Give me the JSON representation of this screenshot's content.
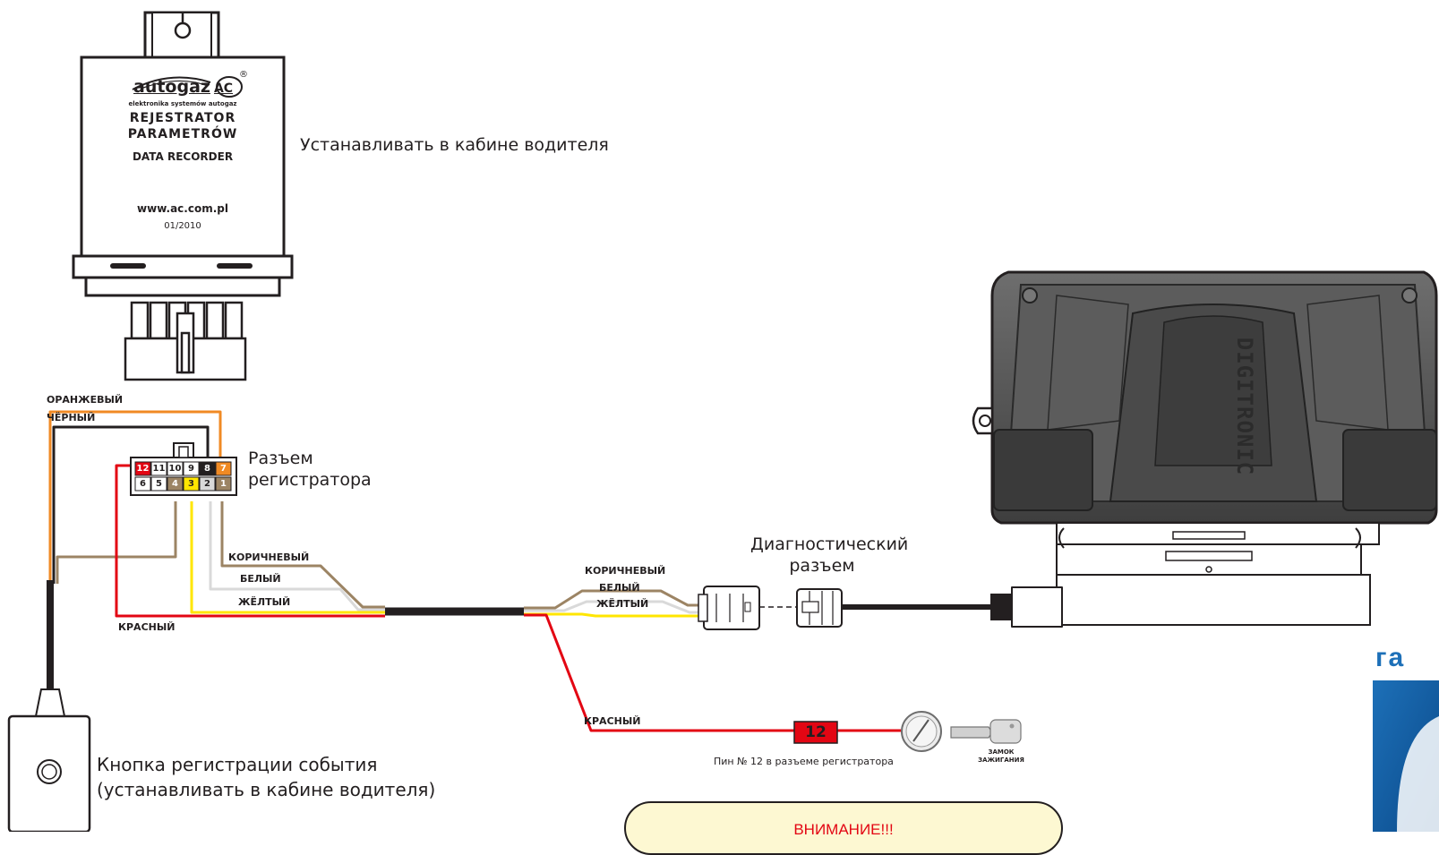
{
  "recorder": {
    "brand": "autogaz",
    "brand_mark": "AC",
    "registered": "®",
    "tagline": "elektronika systemów autogaz",
    "title_line1": "REJESTRATOR",
    "title_line2": "PARAMETRÓW",
    "title_line3": "DATA RECORDER",
    "website": "www.ac.com.pl",
    "date": "01/2010"
  },
  "annotations": {
    "recorder_install": "Устанавливать в кабине водителя",
    "connector_line1": "Разъем",
    "connector_line2": "регистратора",
    "diag_line1": "Диагностический",
    "diag_line2": "разъем",
    "button_line1": "Кнопка регистрации события",
    "button_line2": "(устанавливать в кабине водителя)",
    "pin_caption": "Пин № 12 в  разъеме регистратора",
    "ignition_line1": "ЗАМОК",
    "ignition_line2": "ЗАЖИГАНИЯ",
    "warning_title": "ВНИМАНИЕ!!!"
  },
  "ecu": {
    "brand": "DIGITRONIC"
  },
  "connector": {
    "top_row": [
      "12",
      "11",
      "10",
      "9",
      "8",
      "7"
    ],
    "bottom_row": [
      "6",
      "5",
      "4",
      "3",
      "2",
      "1"
    ],
    "pin_badge": "12"
  },
  "wires": {
    "orange": "ОРАНЖЕВЫЙ",
    "black": "ЧЁРНЫЙ",
    "brown": "КОРИЧНЕВЫЙ",
    "white": "БЕЛЫЙ",
    "yellow": "ЖЁЛТЫЙ",
    "red": "КРАСНЫЙ"
  },
  "colors": {
    "orange": "#f08a24",
    "black": "#231f20",
    "brown": "#9c8464",
    "white": "#d9d9d9",
    "yellow": "#ffe600",
    "red": "#e30613",
    "warning_bg": "#fdf8d2"
  },
  "partial_logo_text": "га"
}
